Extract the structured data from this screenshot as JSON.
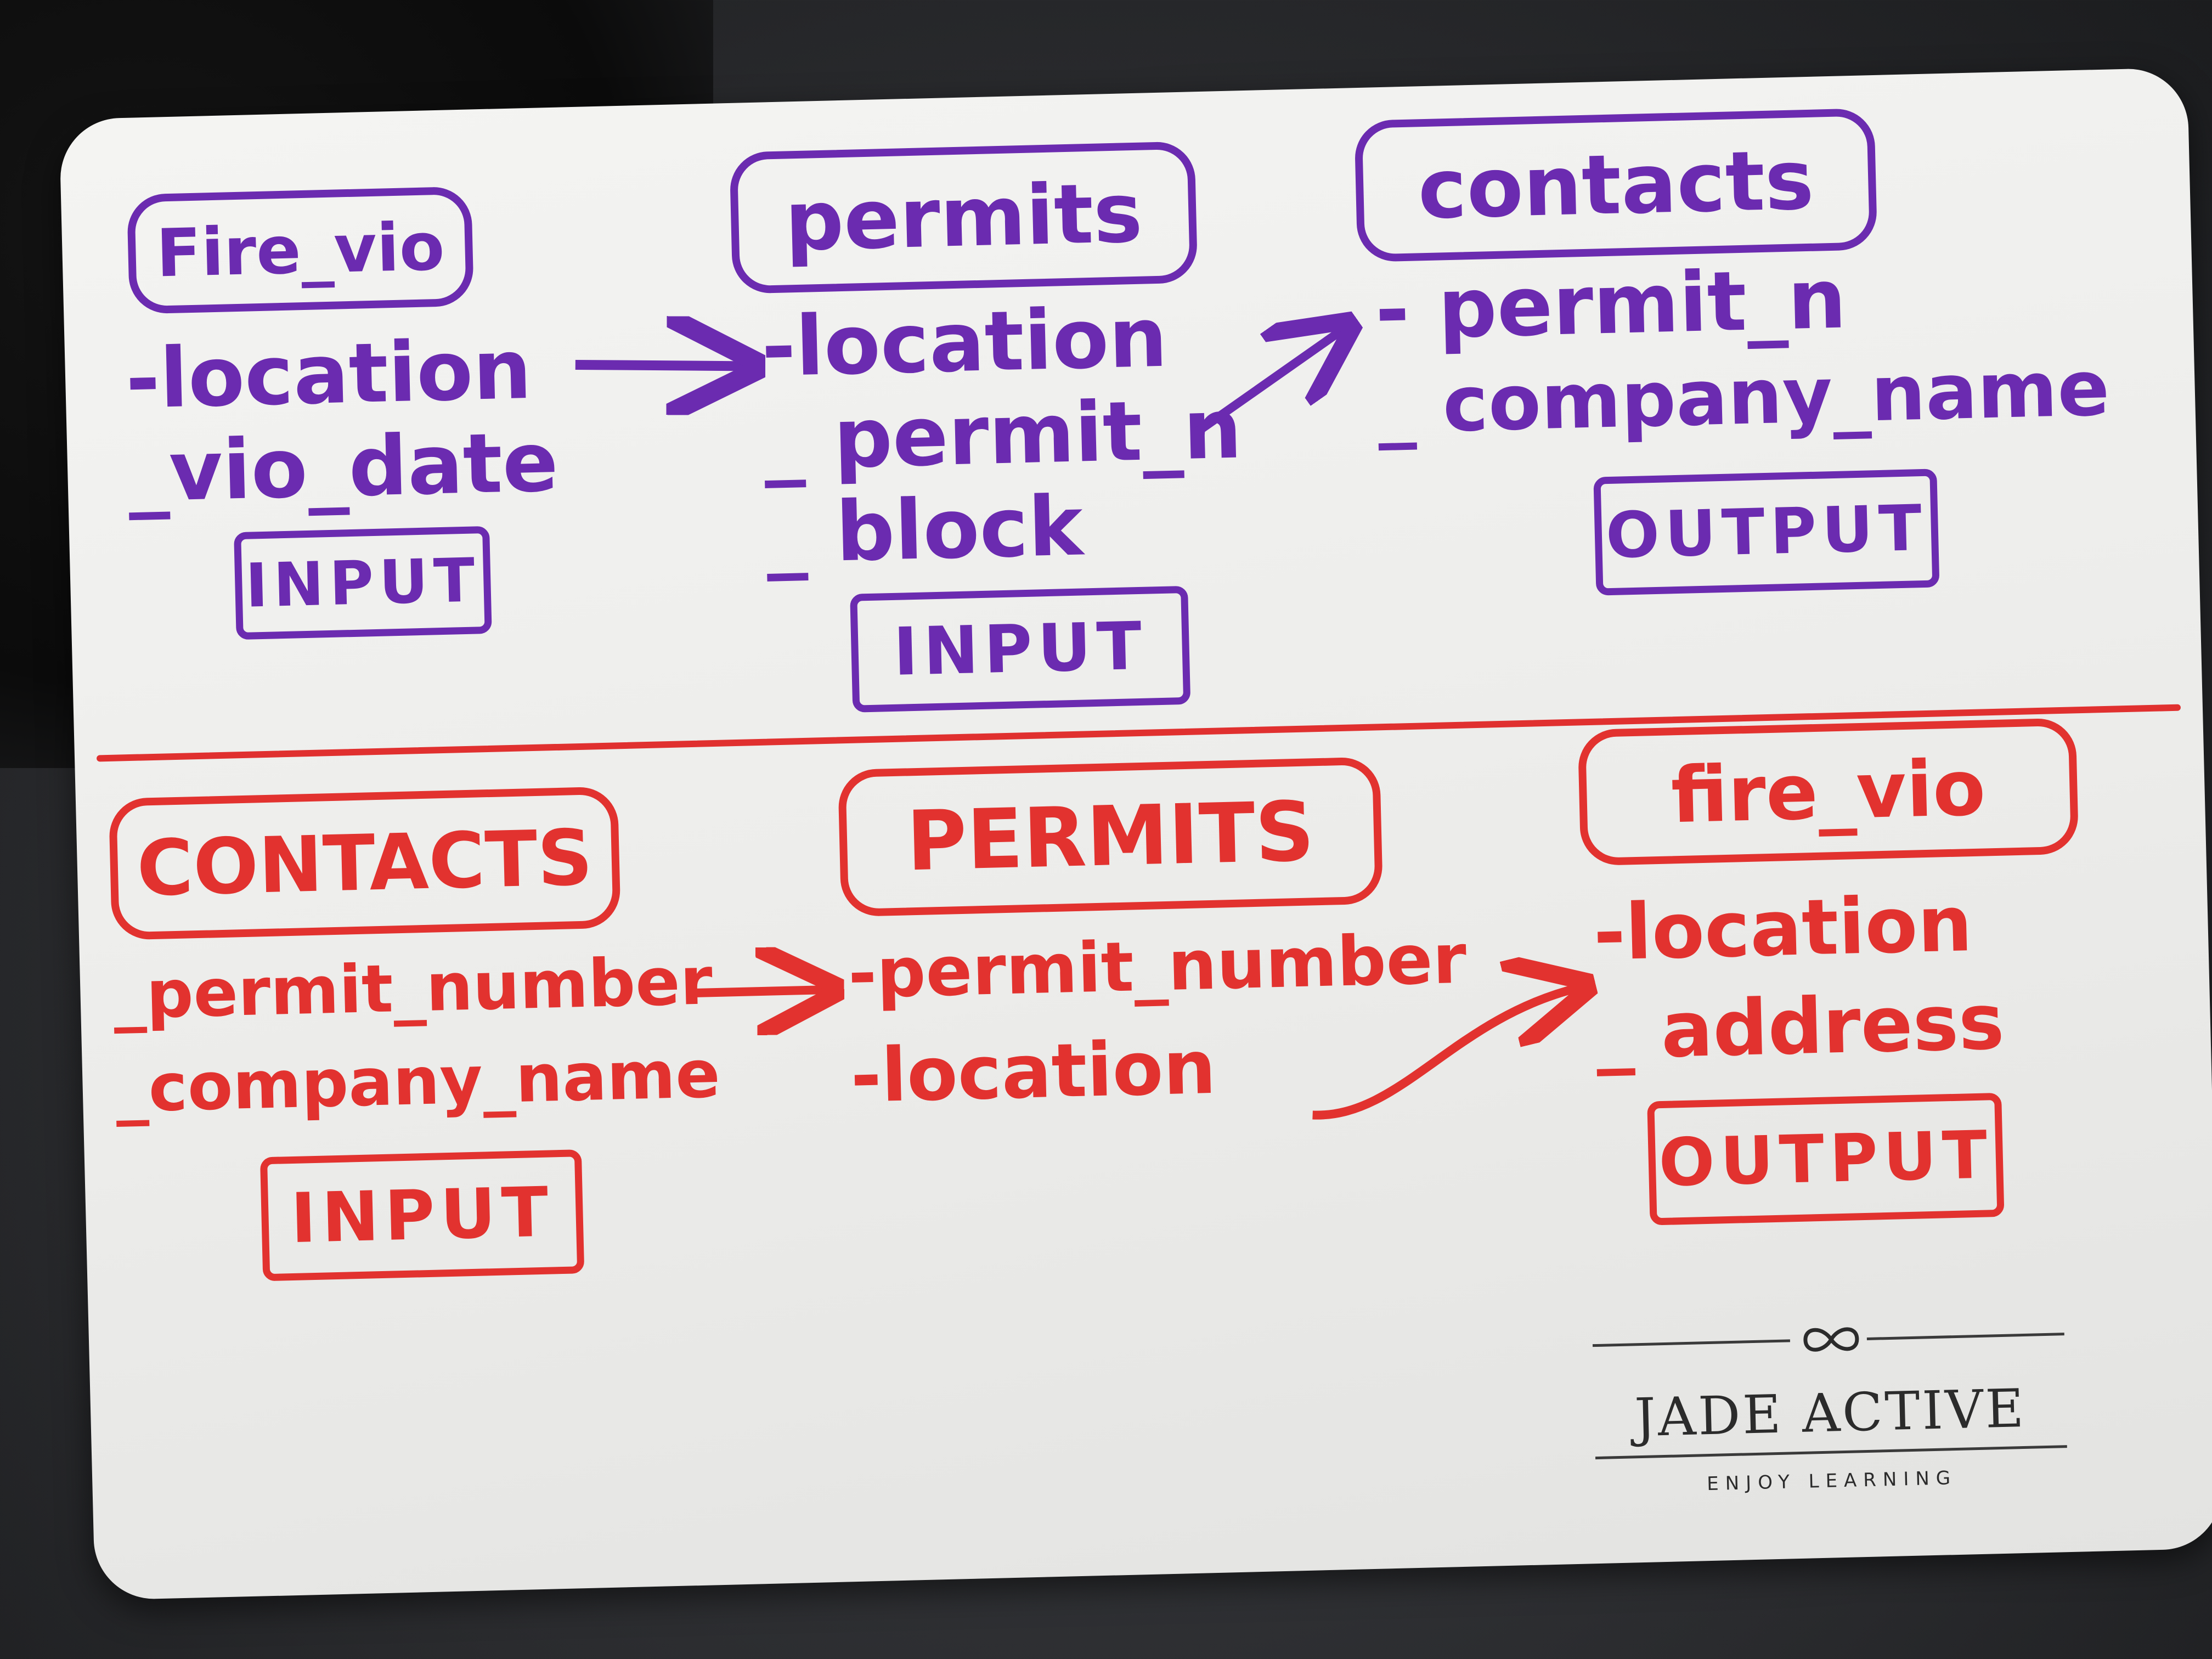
{
  "colors": {
    "purple_marker": "#6b2bb0",
    "red_marker": "#e2322f"
  },
  "top_diagram": {
    "tables": [
      {
        "title": "Fire_vio",
        "fields": [
          "-location",
          "_vio_date"
        ],
        "role": "INPUT"
      },
      {
        "title": "permits",
        "fields": [
          "-location",
          "_ permit_n",
          "_ block"
        ],
        "role": "INPUT"
      },
      {
        "title": "contacts",
        "fields": [
          "- permit_n",
          "_ company_name"
        ],
        "role": "OUTPUT"
      }
    ]
  },
  "bottom_diagram": {
    "tables": [
      {
        "title": "CONTACTS",
        "fields": [
          "_permit_number",
          "_company_name"
        ],
        "role": "INPUT"
      },
      {
        "title": "PERMITS",
        "fields": [
          "-permit_number",
          "-location"
        ],
        "role": ""
      },
      {
        "title": "fire_vio",
        "fields": [
          "-location",
          "_ address"
        ],
        "role": "OUTPUT"
      }
    ]
  },
  "logo": {
    "brand": "JADE ACTIVE",
    "tagline": "ENJOY LEARNING",
    "icon": "infinity-icon"
  }
}
